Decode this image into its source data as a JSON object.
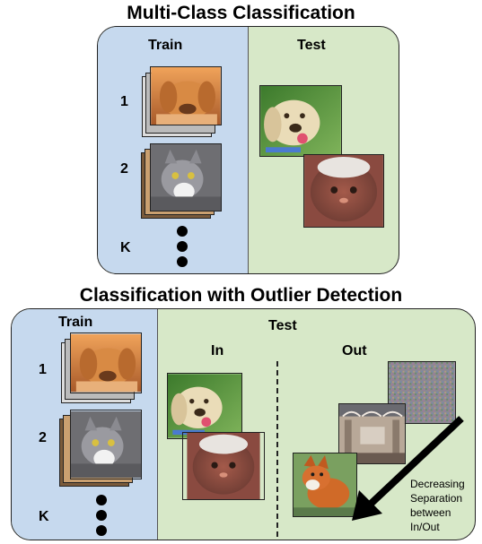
{
  "top": {
    "title": "Multi-Class Classification",
    "train_header": "Train",
    "test_header": "Test",
    "class_labels": [
      "1",
      "2",
      "K"
    ]
  },
  "bottom": {
    "title": "Classification with Outlier Detection",
    "train_header": "Train",
    "test_header": "Test",
    "in_header": "In",
    "out_header": "Out",
    "class_labels": [
      "1",
      "2",
      "K"
    ],
    "arrow_note": [
      "Decreasing",
      "Separation",
      "between",
      "In/Out"
    ]
  },
  "colors": {
    "train_bg": "#c6d9ee",
    "test_bg": "#d7e8c8",
    "border": "#222222"
  },
  "icons": [
    "puppy-image",
    "kitten-image",
    "labrador-image",
    "fluffy-cat-image",
    "noise-image",
    "museum-hall-image",
    "fox-image",
    "vertical-ellipsis-icon",
    "diagonal-arrow-icon"
  ]
}
